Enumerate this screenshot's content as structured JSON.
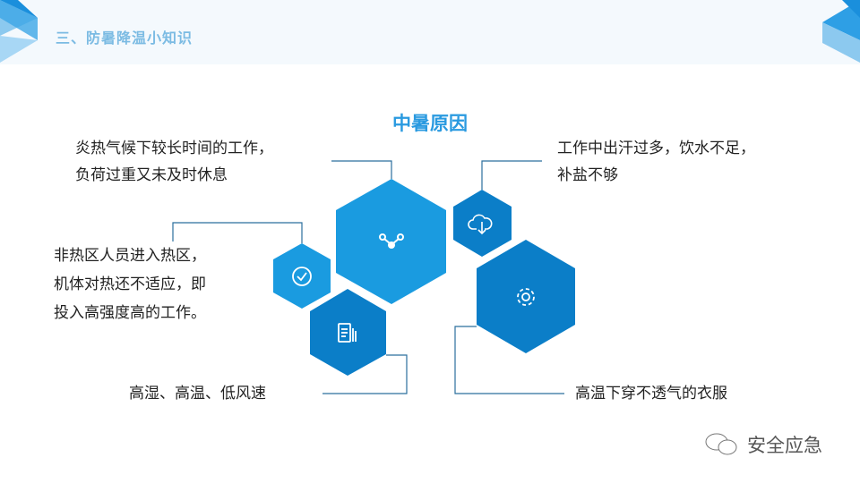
{
  "header": {
    "title": "三、防暑降温小知识"
  },
  "heading": "中暑原因",
  "causes": [
    {
      "lines": [
        "炎热气候下较长时间的工作，",
        "负荷过重又未及时休息"
      ],
      "icon": "share-nodes-icon"
    },
    {
      "lines": [
        "工作中出汗过多，饮水不足，",
        "补盐不够"
      ],
      "icon": "cloud-download-icon"
    },
    {
      "lines": [
        "非热区人员进入热区，",
        "机体对热还不适应，即",
        "投入高强度高的工作。"
      ],
      "icon": "check-circle-icon"
    },
    {
      "lines": [
        "高湿、高温、低风速"
      ],
      "icon": "document-icon"
    },
    {
      "lines": [
        "高温下穿不透气的衣服"
      ],
      "icon": "gear-icon"
    }
  ],
  "watermark": "安全应急",
  "colors": {
    "light": "#1a9be0",
    "dark": "#0b7ec8",
    "line": "#2b6f9e",
    "title": "#7bbbe3"
  }
}
